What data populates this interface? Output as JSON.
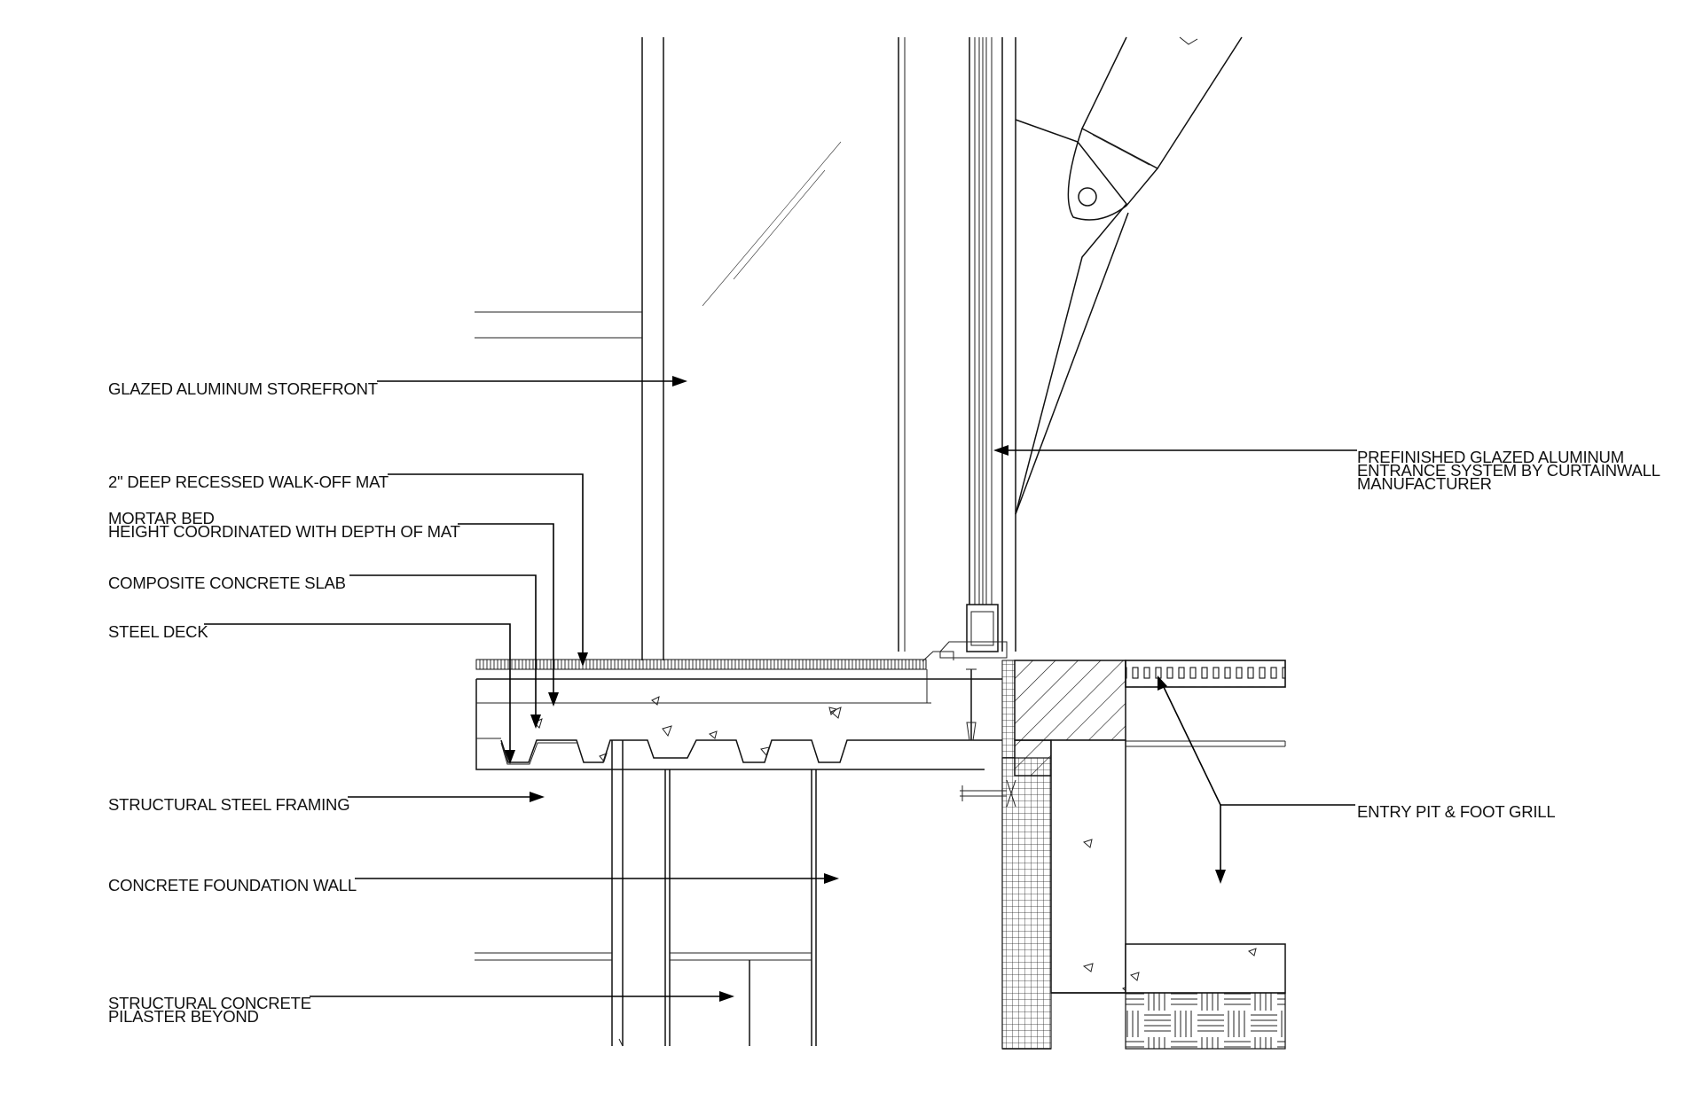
{
  "labels": {
    "storefront": "GLAZED ALUMINUM STOREFRONT",
    "walkoff_mat": "2\" DEEP RECESSED WALK-OFF MAT",
    "mortar_bed_1": "MORTAR BED",
    "mortar_bed_2": "HEIGHT COORDINATED WITH DEPTH OF MAT",
    "composite_slab": "COMPOSITE CONCRETE SLAB",
    "steel_deck": "STEEL DECK",
    "steel_framing": "STRUCTURAL STEEL FRAMING",
    "foundation_wall": "CONCRETE FOUNDATION WALL",
    "pilaster_1": "STRUCTURAL CONCRETE",
    "pilaster_2": "PILASTER BEYOND",
    "entrance_system_1": "PREFINISHED GLAZED ALUMINUM",
    "entrance_system_2": "ENTRANCE SYSTEM BY CURTAINWALL",
    "entrance_system_3": "MANUFACTURER",
    "entry_pit": "ENTRY PIT & FOOT GRILL"
  },
  "colors": {
    "line": "#111111",
    "background": "#ffffff"
  }
}
